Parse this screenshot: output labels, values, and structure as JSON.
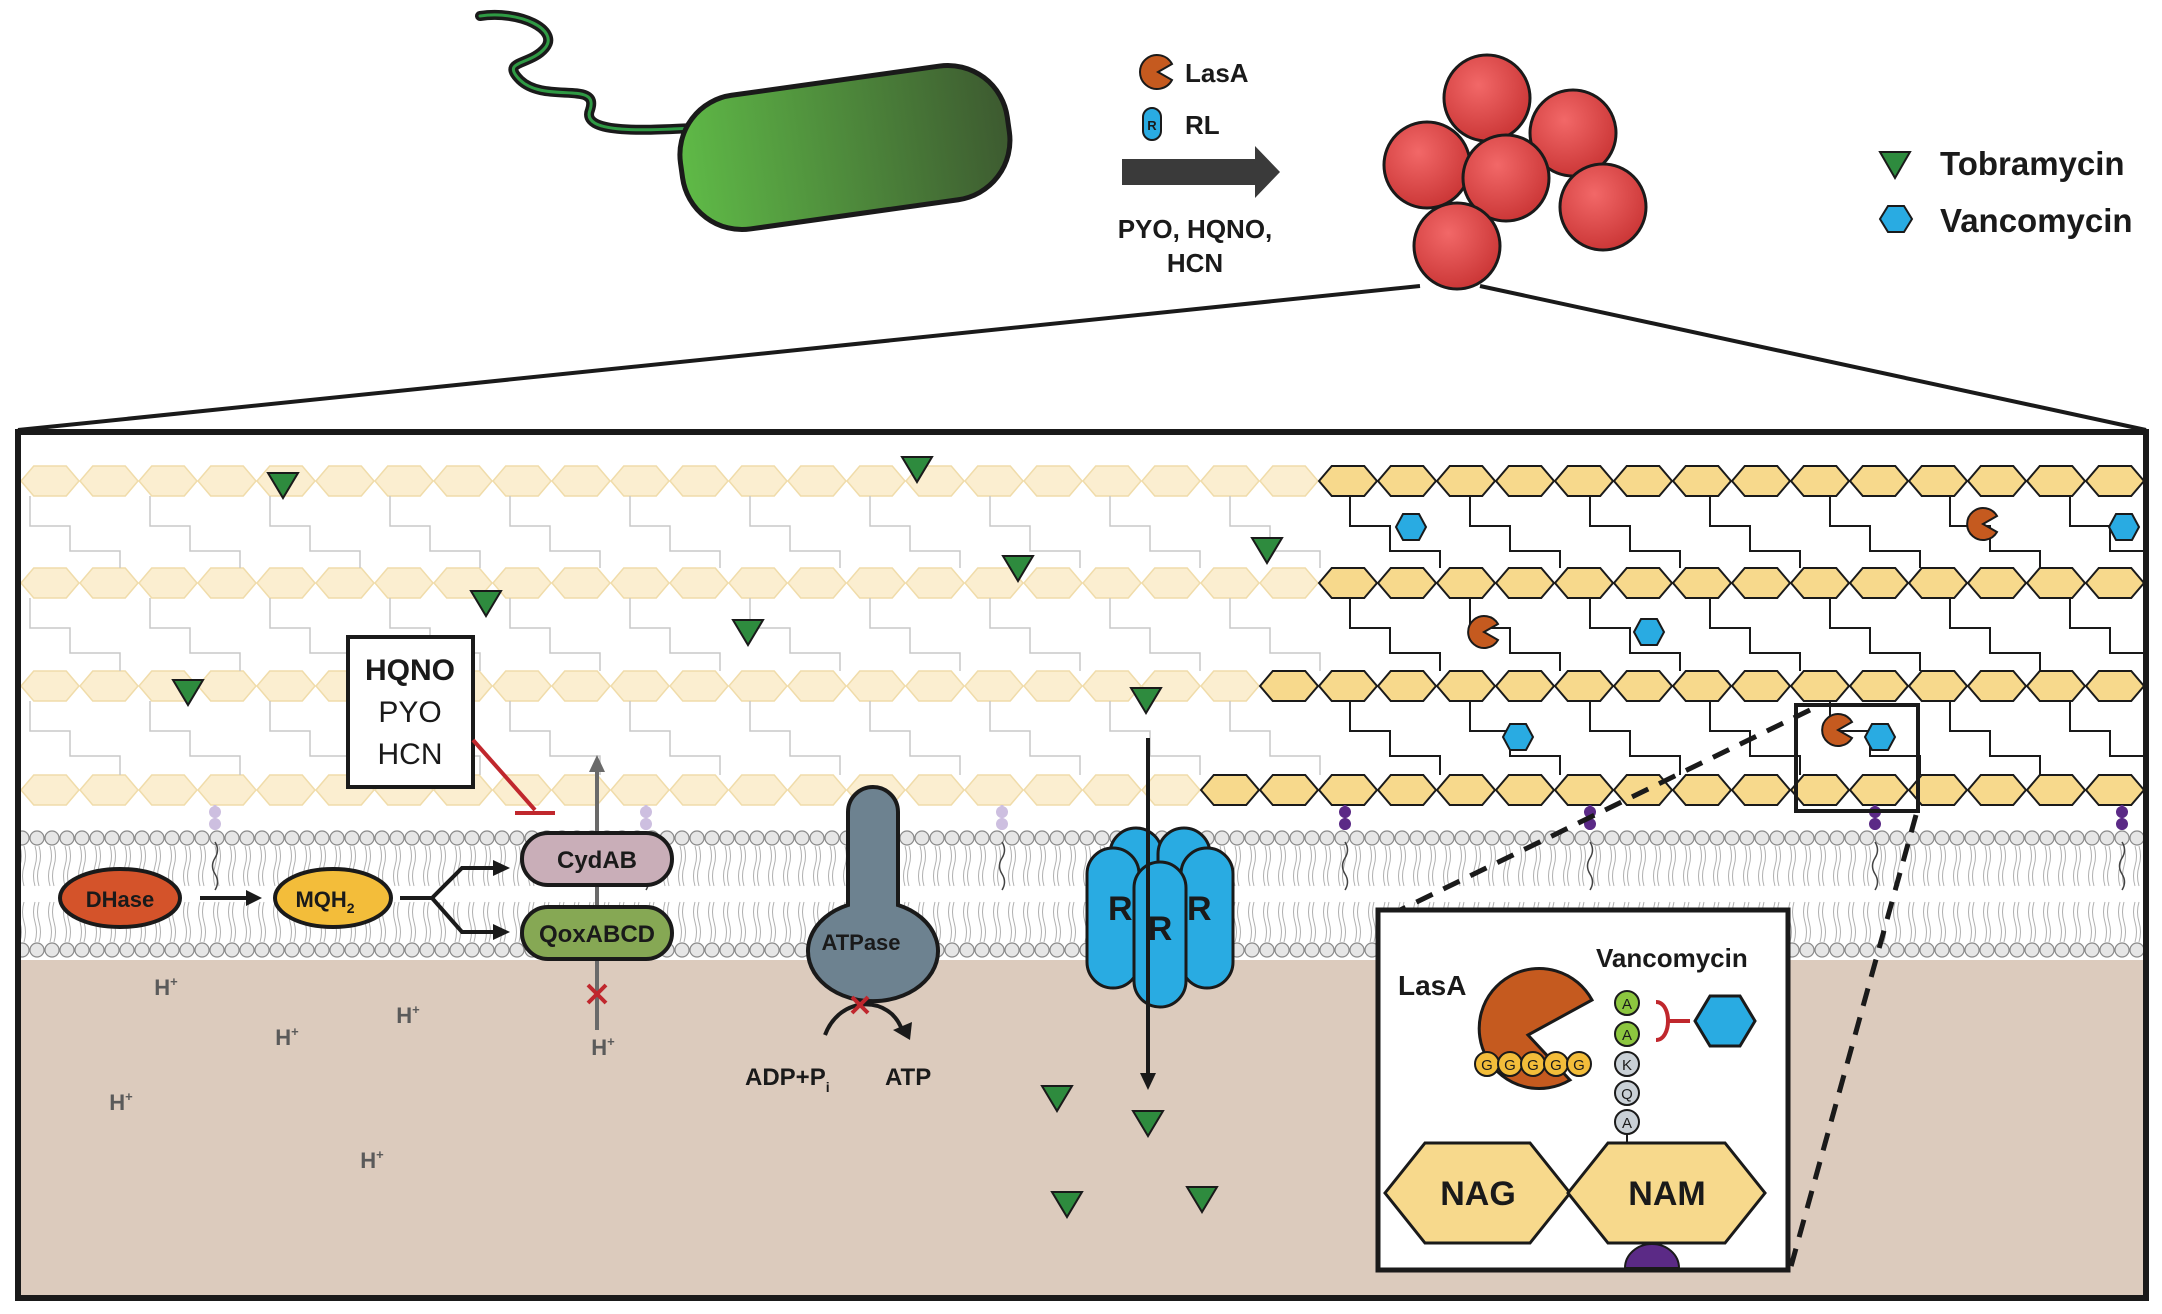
{
  "top_legend": {
    "lasa_label": "LasA",
    "rl_label": "RL",
    "rl_icon_letter": "R",
    "arrow_label_line1": "PYO, HQNO,",
    "arrow_label_line2": "HCN"
  },
  "antibiotic_legend": {
    "tobramycin": "Tobramycin",
    "vancomycin": "Vancomycin"
  },
  "inhibitor_box": {
    "line1": "HQNO",
    "line2": "PYO",
    "line3": "HCN"
  },
  "respiration": {
    "dhase": "DHase",
    "mqh2": "MQH",
    "mqh2_sub": "2",
    "cydab": "CydAB",
    "qoxabcd": "QoxABCD",
    "atpase": "ATPase",
    "adp": "ADP+P",
    "adp_sub": "i",
    "atp": "ATP"
  },
  "protons": {
    "label": "H",
    "sup": "+"
  },
  "rhamnolipid_pore": {
    "left": "R",
    "center": "R",
    "right": "R"
  },
  "inset": {
    "lasa": "LasA",
    "vancomycin": "Vancomycin",
    "nag": "NAG",
    "nam": "NAM",
    "glycines": [
      "G",
      "G",
      "G",
      "G",
      "G"
    ],
    "stem": [
      "A",
      "A",
      "K",
      "Q",
      "A"
    ]
  },
  "colors": {
    "cell_green": "#4a9a3c",
    "staph_red": "#e04848",
    "lasa_orange": "#c55a1f",
    "rl_blue": "#29abe2",
    "tobramycin_green": "#2e8b3e",
    "vancomycin_blue": "#29abe2",
    "pg_faded": "#fbeed0",
    "pg_strong": "#f7d98c",
    "cytoplasm": "#dccbbd",
    "cydab_pink": "#c9aeb8",
    "qox_green": "#86a854",
    "atpase_grey": "#6d8290",
    "dhase_orange": "#d4532a",
    "mqh_yellow": "#f3bd3a",
    "inhibit_red": "#c0272d"
  },
  "icons": [
    "pseudomonas-cell-icon",
    "staph-cluster-icon",
    "lasa-pacman-icon",
    "rhamnolipid-icon",
    "tobramycin-triangle-icon",
    "vancomycin-hexagon-icon"
  ]
}
